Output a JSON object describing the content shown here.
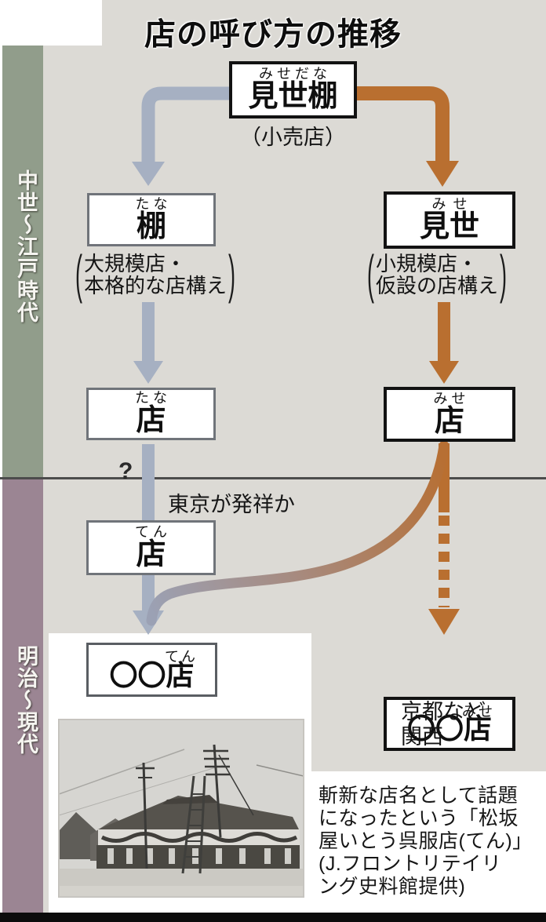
{
  "title": "店の呼び方の推移",
  "eras": {
    "medieval_edo": "中世〜江戸時代",
    "meiji_modern": "明治〜現代"
  },
  "nodes": {
    "misedana": {
      "furigana": "みせだな",
      "label": "見世棚",
      "subtitle": "（小売店）"
    },
    "tana": {
      "furigana": "たな",
      "label": "棚",
      "note": "大規模店・\n本格的な店構え"
    },
    "mise": {
      "furigana": "みせ",
      "label": "見世",
      "note": "小規模店・\n仮設の店構え"
    },
    "tana_store": {
      "furigana": "たな",
      "label": "店"
    },
    "mise_store": {
      "furigana": "みせ",
      "label": "店"
    },
    "ten_store": {
      "furigana": "てん",
      "label": "店"
    },
    "ten_maru_store": {
      "furigana": "てん",
      "label": "〇〇店"
    },
    "mise_maru_store": {
      "furigana": "みせ",
      "label": "〇〇店",
      "note": "京都など\n関西"
    }
  },
  "annotations": {
    "question_mark": "?",
    "tokyo_origin": "東京が発祥か"
  },
  "photo_caption": "斬新な店名として話題\nになったという「松坂\n屋いとう呉服店(てん)」\n(J.フロントリテイリ\nング史料館提供)",
  "colors": {
    "background": "#dcdad5",
    "flow_left_gray": "#a6b0c2",
    "flow_right_orange": "#b96f30",
    "era_top_band": "#919d8b",
    "era_bottom_band": "#9b8593"
  }
}
